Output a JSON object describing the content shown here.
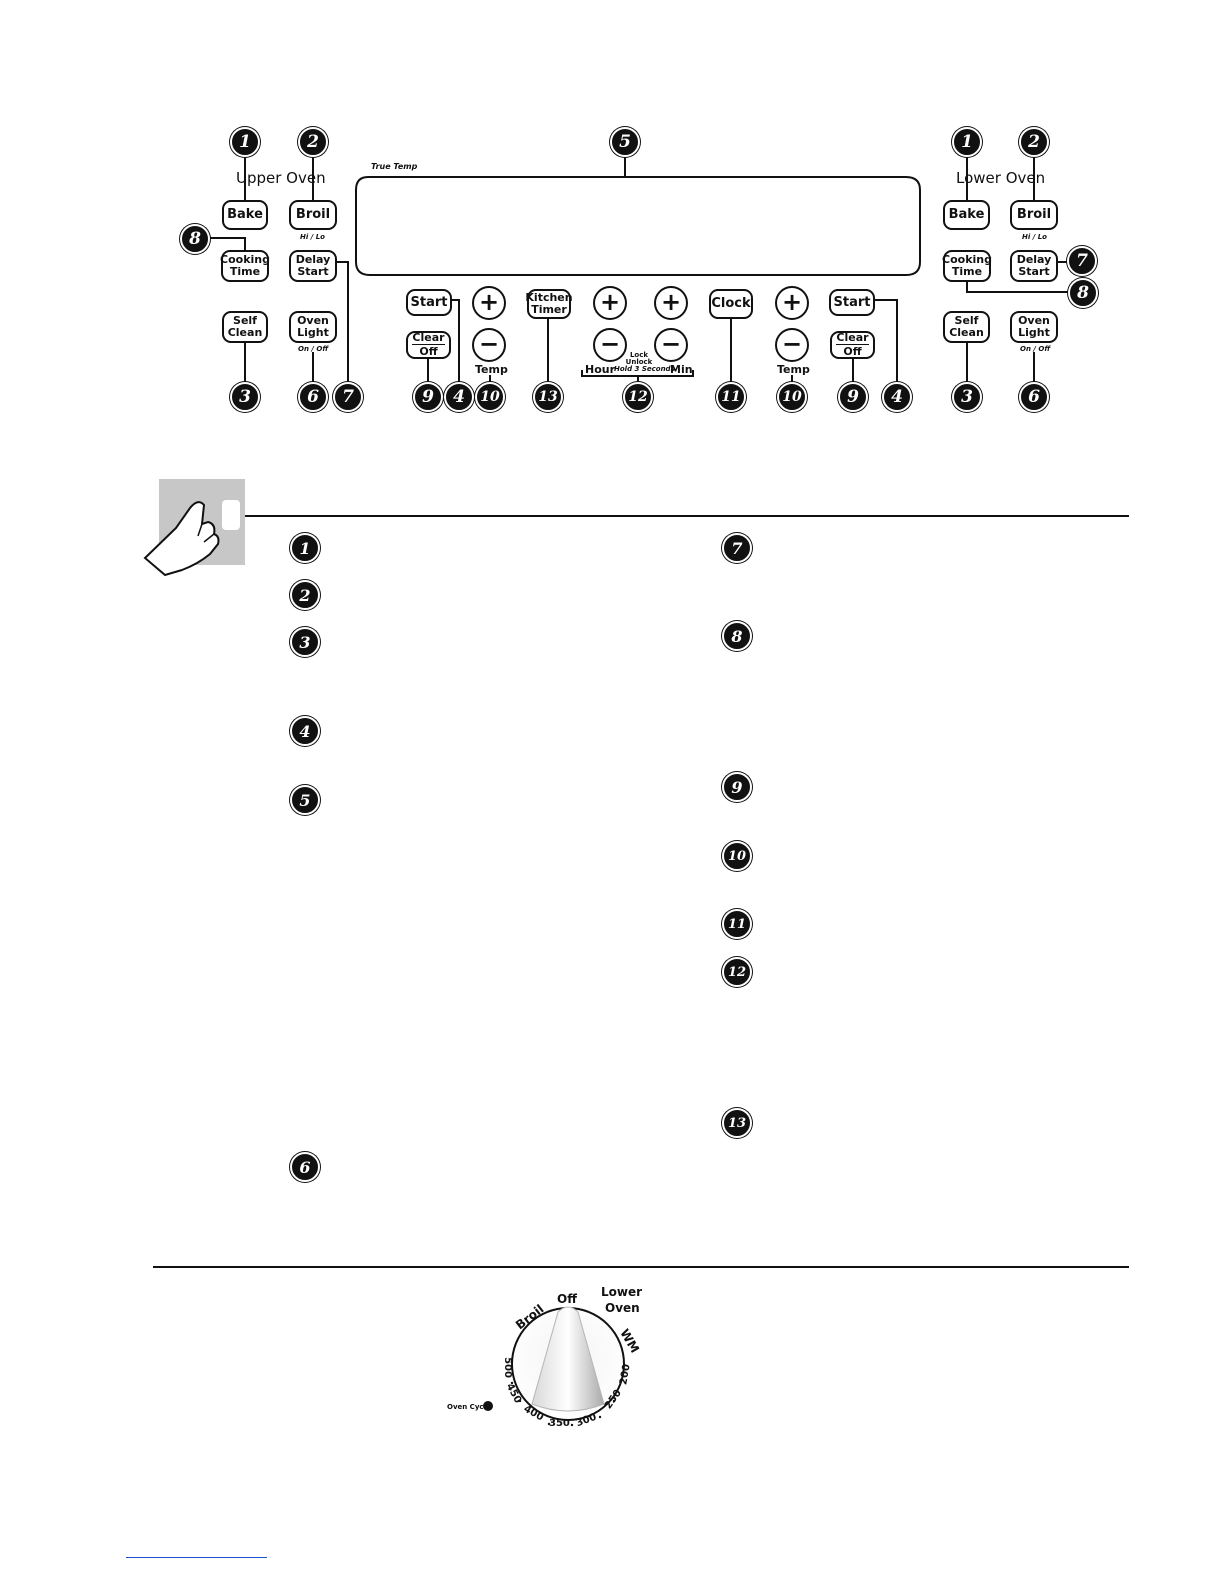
{
  "panel": {
    "upper_title": "Upper Oven",
    "lower_title": "Lower Oven",
    "display_label": "True Temp",
    "bake": "Bake",
    "broil": "Broil",
    "broil_sub": "Hi / Lo",
    "cooking_time_1": "Cooking",
    "cooking_time_2": "Time",
    "delay_start_1": "Delay",
    "delay_start_2": "Start",
    "self_clean_1": "Self",
    "self_clean_2": "Clean",
    "oven_light_1": "Oven",
    "oven_light_2": "Light",
    "oven_light_sub": "On / Off",
    "start": "Start",
    "clear": "Clear",
    "off": "Off",
    "plus": "+",
    "minus": "−",
    "temp": "Temp",
    "kitchen_timer_1": "Kitchen",
    "kitchen_timer_2": "Timer",
    "clock": "Clock",
    "hour": "Hour",
    "min": "Min",
    "lock_1": "Lock",
    "lock_2": "Unlock",
    "lock_3": "Hold 3 Seconds"
  },
  "callouts": {
    "n1": "1",
    "n2": "2",
    "n3": "3",
    "n4": "4",
    "n5": "5",
    "n6": "6",
    "n7": "7",
    "n8": "8",
    "n9": "9",
    "n10": "10",
    "n11": "11",
    "n12": "12",
    "n13": "13"
  },
  "list_left": [
    "1",
    "2",
    "3",
    "4",
    "5",
    "6"
  ],
  "list_right": [
    "7",
    "8",
    "9",
    "10",
    "11",
    "12",
    "13"
  ],
  "knob": {
    "off": "Off",
    "broil": "Broil",
    "lower_1": "Lower",
    "lower_2": "Oven",
    "wm": "WM",
    "oven_cycle": "Oven Cycle",
    "t500": "500",
    "t450": "450",
    "t400": "400",
    "t350": "350",
    "t300": "300",
    "t250": "250",
    "t200": "200"
  },
  "colors": {
    "ink": "#111111",
    "tab": "#c7c7c7",
    "link": "#1a4fd6"
  }
}
